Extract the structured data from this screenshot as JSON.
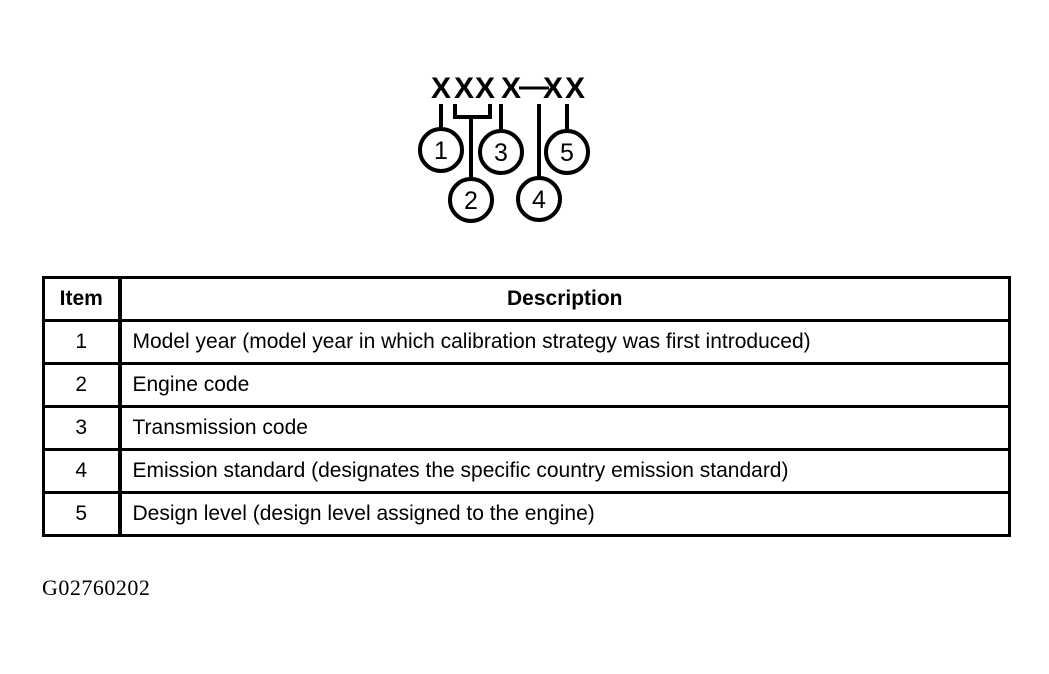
{
  "figure": {
    "caption": "G02760202",
    "code_pattern": {
      "characters": [
        "X",
        "X",
        "X",
        "X",
        "—",
        "X",
        "X"
      ],
      "display": "X XX X—X X",
      "description": "Calibration code format with five callout groups"
    },
    "callouts": [
      {
        "number": "1",
        "label": "callout-1"
      },
      {
        "number": "2",
        "label": "callout-2"
      },
      {
        "number": "3",
        "label": "callout-3"
      },
      {
        "number": "4",
        "label": "callout-4"
      },
      {
        "number": "5",
        "label": "callout-5"
      }
    ],
    "line_color": "#000000",
    "background_color": "#ffffff"
  },
  "table": {
    "headers": {
      "item": "Item",
      "description": "Description"
    },
    "rows": [
      {
        "item": "1",
        "description": "Model year (model year in which calibration strategy was first introduced)"
      },
      {
        "item": "2",
        "description": "Engine code"
      },
      {
        "item": "3",
        "description": "Transmission code"
      },
      {
        "item": "4",
        "description": "Emission standard (designates the specific country emission standard)"
      },
      {
        "item": "5",
        "description": "Design level (design level assigned to the engine)"
      }
    ]
  }
}
